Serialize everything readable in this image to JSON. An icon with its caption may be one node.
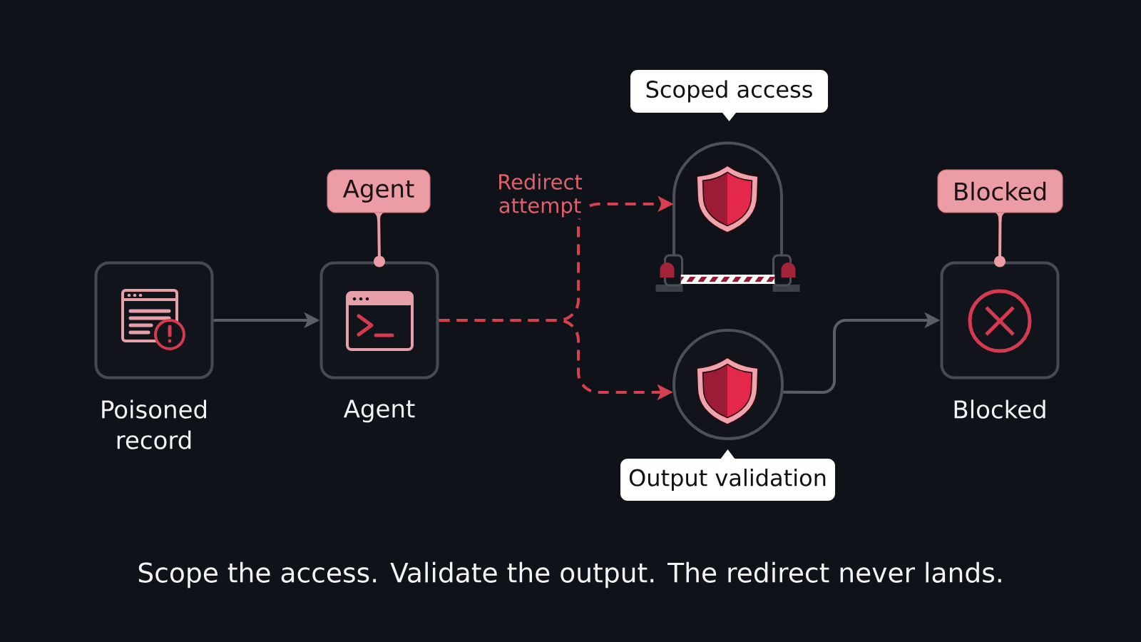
{
  "diagram": {
    "caption": "Scope the access. Validate the output. The redirect never lands.",
    "nodes": [
      {
        "text": [
          "Poisoned record"
        ]
      },
      {
        "text": [
          "Agent"
        ]
      },
      {
        "text": [
          "Agent"
        ]
      },
      {
        "text": [
          "Scoped access"
        ]
      },
      {
        "text": [],
        "shape": "picture"
      },
      {
        "text": [],
        "shape": "circle"
      },
      {
        "text": [
          "Output validation"
        ]
      },
      {
        "text": [
          "Blocked"
        ]
      },
      {
        "text": [
          "Blocked"
        ]
      }
    ],
    "edges": [
      {
        "from": 0,
        "to": 2,
        "arrow": "to"
      },
      {
        "from": 1,
        "to": 2,
        "arrow": "other",
        "color": "#eb9ca5"
      },
      {
        "from": 2,
        "to": 4,
        "arrow": "to",
        "label": "Redirect attempt",
        "style": "dashed",
        "color": "#d9404f"
      },
      {
        "from": 2,
        "to": 5,
        "arrow": "to",
        "style": "dashed",
        "color": "#d9404f"
      },
      {
        "from": 5,
        "to": 8,
        "arrow": "to"
      },
      {
        "from": 7,
        "to": 8,
        "arrow": "other",
        "color": "#eb9ca5"
      }
    ]
  }
}
